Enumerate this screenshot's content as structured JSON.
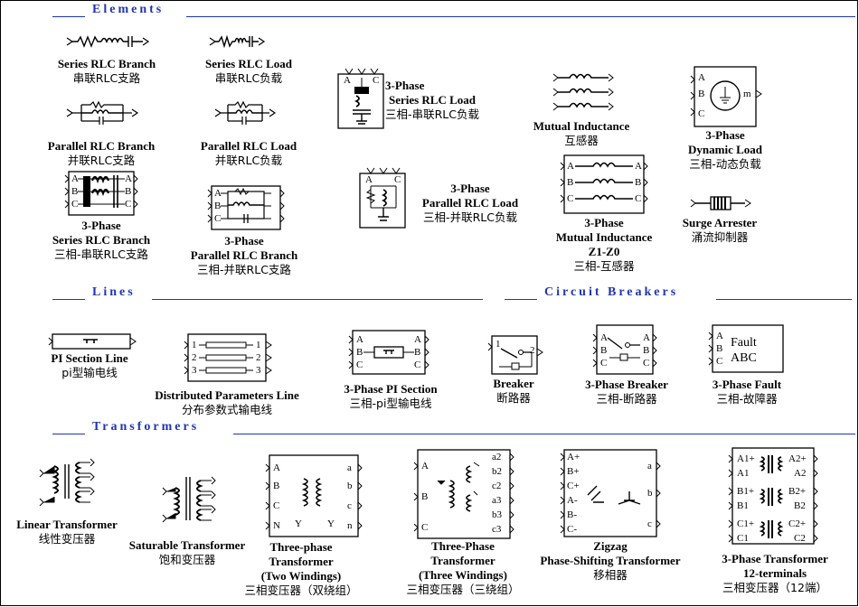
{
  "sections": {
    "elements": "Elements",
    "lines": "Lines",
    "breakers": "Circuit Breakers",
    "transformers": "Transformers"
  },
  "blocks": {
    "series_rlc_branch": {
      "en": "Series RLC Branch",
      "zh": "串联RLC支路"
    },
    "series_rlc_load": {
      "en": "Series RLC Load",
      "zh": "串联RLC负载"
    },
    "parallel_rlc_branch": {
      "en": "Parallel RLC Branch",
      "zh": "并联RLC支路"
    },
    "parallel_rlc_load": {
      "en": "Parallel RLC Load",
      "zh": "并联RLC负载"
    },
    "three_phase_series_rlc_branch": {
      "en1": "3-Phase",
      "en2": "Series RLC Branch",
      "zh": "三相-串联RLC支路"
    },
    "three_phase_parallel_rlc_branch": {
      "en1": "3-Phase",
      "en2": "Parallel RLC Branch",
      "zh": "三相-并联RLC支路"
    },
    "three_phase_series_rlc_load": {
      "en1": "3-Phase",
      "en2": "Series RLC Load",
      "zh": "三相-串联RLC负载"
    },
    "three_phase_parallel_rlc_load": {
      "en1": "3-Phase",
      "en2": "Parallel RLC Load",
      "zh": "三相-并联RLC负载"
    },
    "mutual_inductance": {
      "en": "Mutual Inductance",
      "zh": "互感器"
    },
    "three_phase_mutual_inductance": {
      "en1": "3-Phase",
      "en2": "Mutual Inductance",
      "en3": "Z1-Z0",
      "zh": "三相-互感器"
    },
    "three_phase_dynamic_load": {
      "en1": "3-Phase",
      "en2": "Dynamic Load",
      "zh": "三相-动态负载"
    },
    "surge_arrester": {
      "en": "Surge Arrester",
      "zh": "涌流抑制器"
    },
    "pi_section_line": {
      "en": "PI Section Line",
      "zh": "pi型输电线"
    },
    "distributed_parameters_line": {
      "en": "Distributed Parameters Line",
      "zh": "分布参数式输电线"
    },
    "three_phase_pi_section": {
      "en": "3-Phase PI Section",
      "zh": "三相-pi型输电线"
    },
    "breaker": {
      "en": "Breaker",
      "zh": "断路器"
    },
    "three_phase_breaker": {
      "en": "3-Phase Breaker",
      "zh": "三相-断路器"
    },
    "three_phase_fault": {
      "en": "3-Phase Fault",
      "zh": "三相-故障器",
      "icon_line1": "Fault",
      "icon_line2": "ABC"
    },
    "linear_transformer": {
      "en": "Linear Transformer",
      "zh": "线性变压器"
    },
    "saturable_transformer": {
      "en": "Saturable Transformer",
      "zh": "饱和变压器"
    },
    "three_phase_transformer_two": {
      "en1": "Three-phase",
      "en2": "Transformer",
      "en3": "(Two Windings)",
      "zh": "三相变压器（双绕组）"
    },
    "three_phase_transformer_three": {
      "en1": "Three-Phase",
      "en2": "Transformer",
      "en3": "(Three Windings)",
      "zh": "三相变压器（三绕组）"
    },
    "zigzag": {
      "en1": "Zigzag",
      "en2": "Phase-Shifting Transformer",
      "zh": "移相器"
    },
    "three_phase_transformer_12": {
      "en1": "3-Phase Transformer",
      "en2": "12-terminals",
      "zh": "三相变压器（12端）"
    }
  },
  "ports": {
    "abc": [
      "A",
      "B",
      "C"
    ],
    "n": "N",
    "m": "m",
    "y": "Y",
    "dist_left": [
      "1",
      "2",
      "3"
    ],
    "two_w_right": [
      "a",
      "b",
      "c",
      "n"
    ],
    "three_w_right": [
      "a2",
      "b2",
      "c2",
      "a3",
      "b3",
      "c3"
    ],
    "zigzag_left": [
      "A+",
      "B+",
      "C+",
      "A-",
      "B-",
      "C-"
    ],
    "twelve_left": [
      "A1+",
      "A1",
      "B1+",
      "B1",
      "C1+",
      "C1"
    ],
    "twelve_right": [
      "A2+",
      "A2",
      "B2+",
      "B2",
      "C2+",
      "C2"
    ],
    "right_abc": [
      "a",
      "b",
      "c"
    ]
  }
}
